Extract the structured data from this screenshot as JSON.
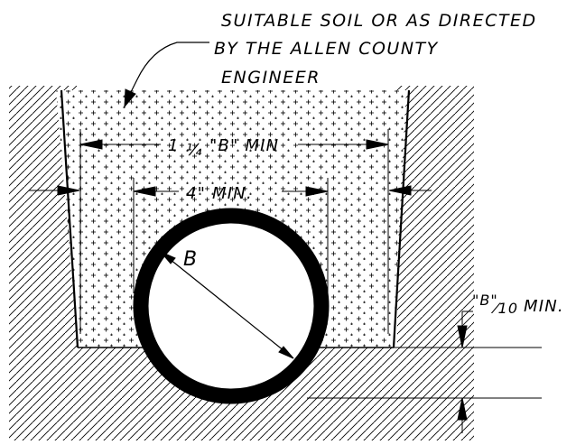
{
  "note": {
    "lines": [
      "SUITABLE SOIL OR AS DIRECTED",
      "BY THE ALLEN COUNTY",
      "ENGINEER"
    ]
  },
  "dimensions": {
    "width_label_prefix": "1",
    "width_label_fraction": "¼",
    "width_label_suffix": "\"B\" MIN",
    "clearance_label": "4\" MIN.",
    "diameter_label": "B",
    "bedding_label_quote": "\"B\"",
    "bedding_label_fraction": "⁄10",
    "bedding_label_suffix": "MIN."
  },
  "colors": {
    "line": "#000000",
    "background": "#ffffff"
  }
}
